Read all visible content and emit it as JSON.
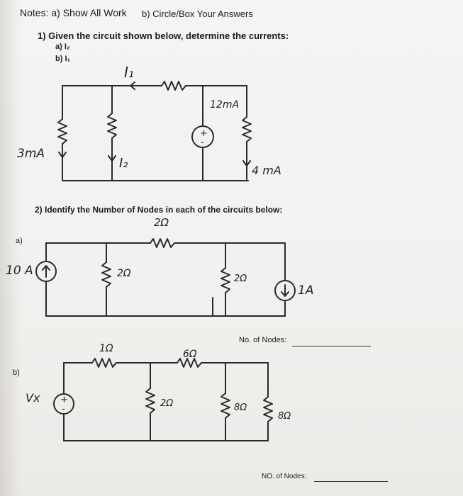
{
  "notes": {
    "label": "Notes: a) Show All Work",
    "item_b": "b) Circle/Box Your Answers"
  },
  "problem1": {
    "heading": "1)  Given the circuit shown below, determine the currents:",
    "item_a": "a)  I₂",
    "item_b": "b)  I₁",
    "labels": {
      "i1": "I₁",
      "source_12": "12mA",
      "source_3": "3mA",
      "i2": "I₂",
      "current_4": "4 mA",
      "plus": "+",
      "minus": "-"
    }
  },
  "problem2": {
    "heading": "2)  Identify the Number of Nodes in each of the circuits below:",
    "part_a": {
      "label": "a)",
      "top_resistor": "2Ω",
      "source_left": "10 A",
      "mid_resistor": "2Ω",
      "right_resistor": "2Ω",
      "source_right": "1A",
      "nodes_label": "No. of Nodes:"
    },
    "part_b": {
      "label": "b)",
      "top_resistor_1": "1Ω",
      "top_resistor_2": "6Ω",
      "source_left": "Vx",
      "plus": "+",
      "minus": "-",
      "mid_resistor": "2Ω",
      "right_resistor_1": "8Ω",
      "right_resistor_2": "8Ω",
      "nodes_label": "NO. of Nodes:"
    }
  }
}
